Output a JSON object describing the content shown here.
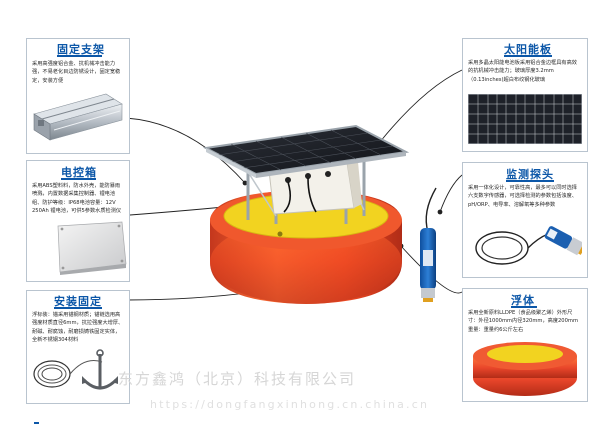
{
  "panels": {
    "bracket": {
      "title": "固定支架",
      "desc": "采用高强度铝合金、抗机械冲击能力强，不易老化目边防锈设计，固定宽稳定，安装方便"
    },
    "control_box": {
      "title": "电控箱",
      "desc": "采用ABS塑料料，防水外壳，能防暴雨喷溅，内置数据采集控制器、锂电池组、防护等级：IP68电池容量：12V 250Ah 锂电池，可供5参数水质检测仪供电一周"
    },
    "installation": {
      "title": "安装固定",
      "desc": "浮标装：锚采用锚钢材质；锚链选用高强度材质直径6mm，抗拉强度大增厚、耐磁、耐腐蚀，耐磨损铸铁固定实体，全新不锈钢304材料"
    },
    "solar": {
      "title": "太阳能板",
      "desc": "采用多晶太阳能电池板采用铝合金边框具有高效的抗机械冲击能力；玻璃厚度3.2mm（0.13inches)超白布纹钢化玻璃"
    },
    "probe": {
      "title": "监测探头",
      "desc": "采用一体化设计，可靠性高，最多可以同时选择六支数字传感器，可选择检测的参数包括浊度、pH/ORP、电导率、溶解氧等多种参数"
    },
    "float": {
      "title": "浮体",
      "desc": "采用全新原料LLDPE（食品级聚乙烯）外形尺寸：外径1000mm内径320mm，高度200mm重量：重量约6公斤左右"
    }
  },
  "watermark": "东方鑫鸿（北京）科技有限公司",
  "url": "https://dongfangxinhong.cn.china.cn",
  "colors": {
    "accent": "#0c57a8",
    "buoy": "#e8452a",
    "deck": "#f2d320",
    "frame": "#b9c4cf"
  }
}
